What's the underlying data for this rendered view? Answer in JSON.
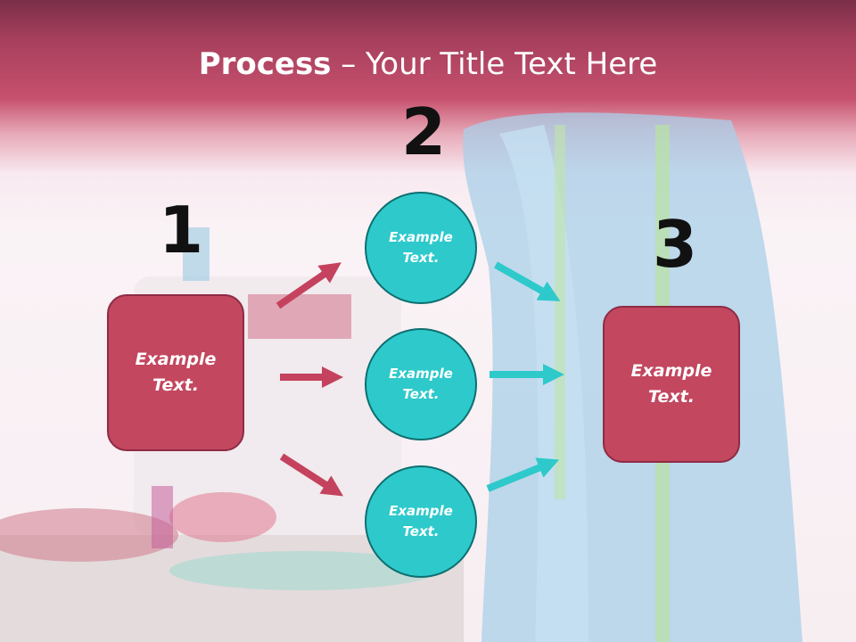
{
  "title": {
    "bold": "Process",
    "rest": " – Your Title Text Here"
  },
  "steps": [
    {
      "number": "1",
      "text": "Example Text."
    },
    {
      "number": "2",
      "text": "Example Text."
    },
    {
      "number": "3",
      "text": "Example Text."
    }
  ],
  "middle_items": [
    {
      "text": "Example Text."
    },
    {
      "text": "Example Text."
    },
    {
      "text": "Example Text."
    }
  ],
  "colors": {
    "header": "#c6506d",
    "box": "#c2475f",
    "circle": "#2ec9cb",
    "arrow_pink": "#c4425d",
    "arrow_teal": "#2ec9cb"
  }
}
